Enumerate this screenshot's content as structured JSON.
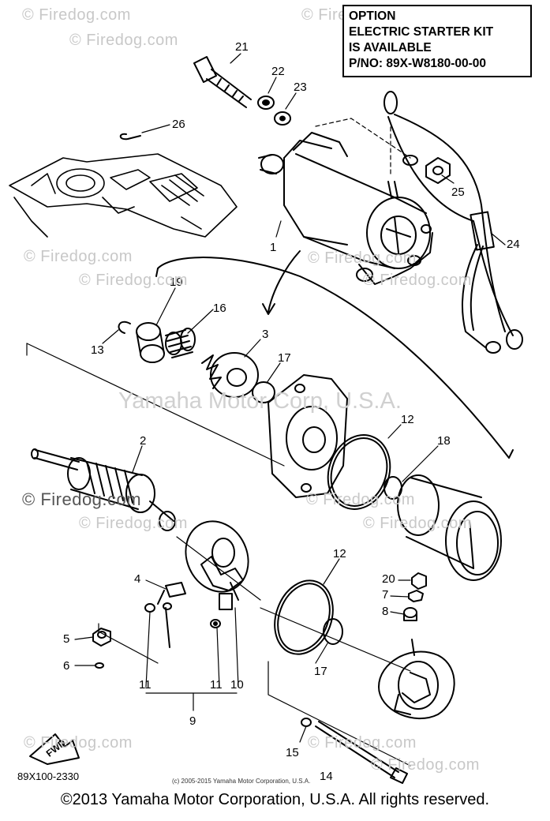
{
  "option_box": {
    "lines": [
      "OPTION",
      "ELECTRIC STARTER KIT",
      "IS AVAILABLE",
      "P/NO: 89X-W8180-00-00"
    ]
  },
  "watermarks": {
    "brand": "© Firedog.com",
    "center": "Yamaha Motor Corp, U.S.A."
  },
  "callouts": [
    "21",
    "22",
    "23",
    "26",
    "25",
    "1",
    "24",
    "19",
    "16",
    "3",
    "13",
    "17",
    "12",
    "2",
    "18",
    "4",
    "20",
    "7",
    "8",
    "12",
    "5",
    "6",
    "17",
    "11",
    "11",
    "10",
    "9",
    "15",
    "14"
  ],
  "part_code": "89X100-2330",
  "small_copyright": "(c) 2005-2015 Yamaha Motor Corporation, U.S.A.",
  "footer": "©2013 Yamaha Motor Corporation, U.S.A. All rights reserved.",
  "fwd_label": "FWD"
}
